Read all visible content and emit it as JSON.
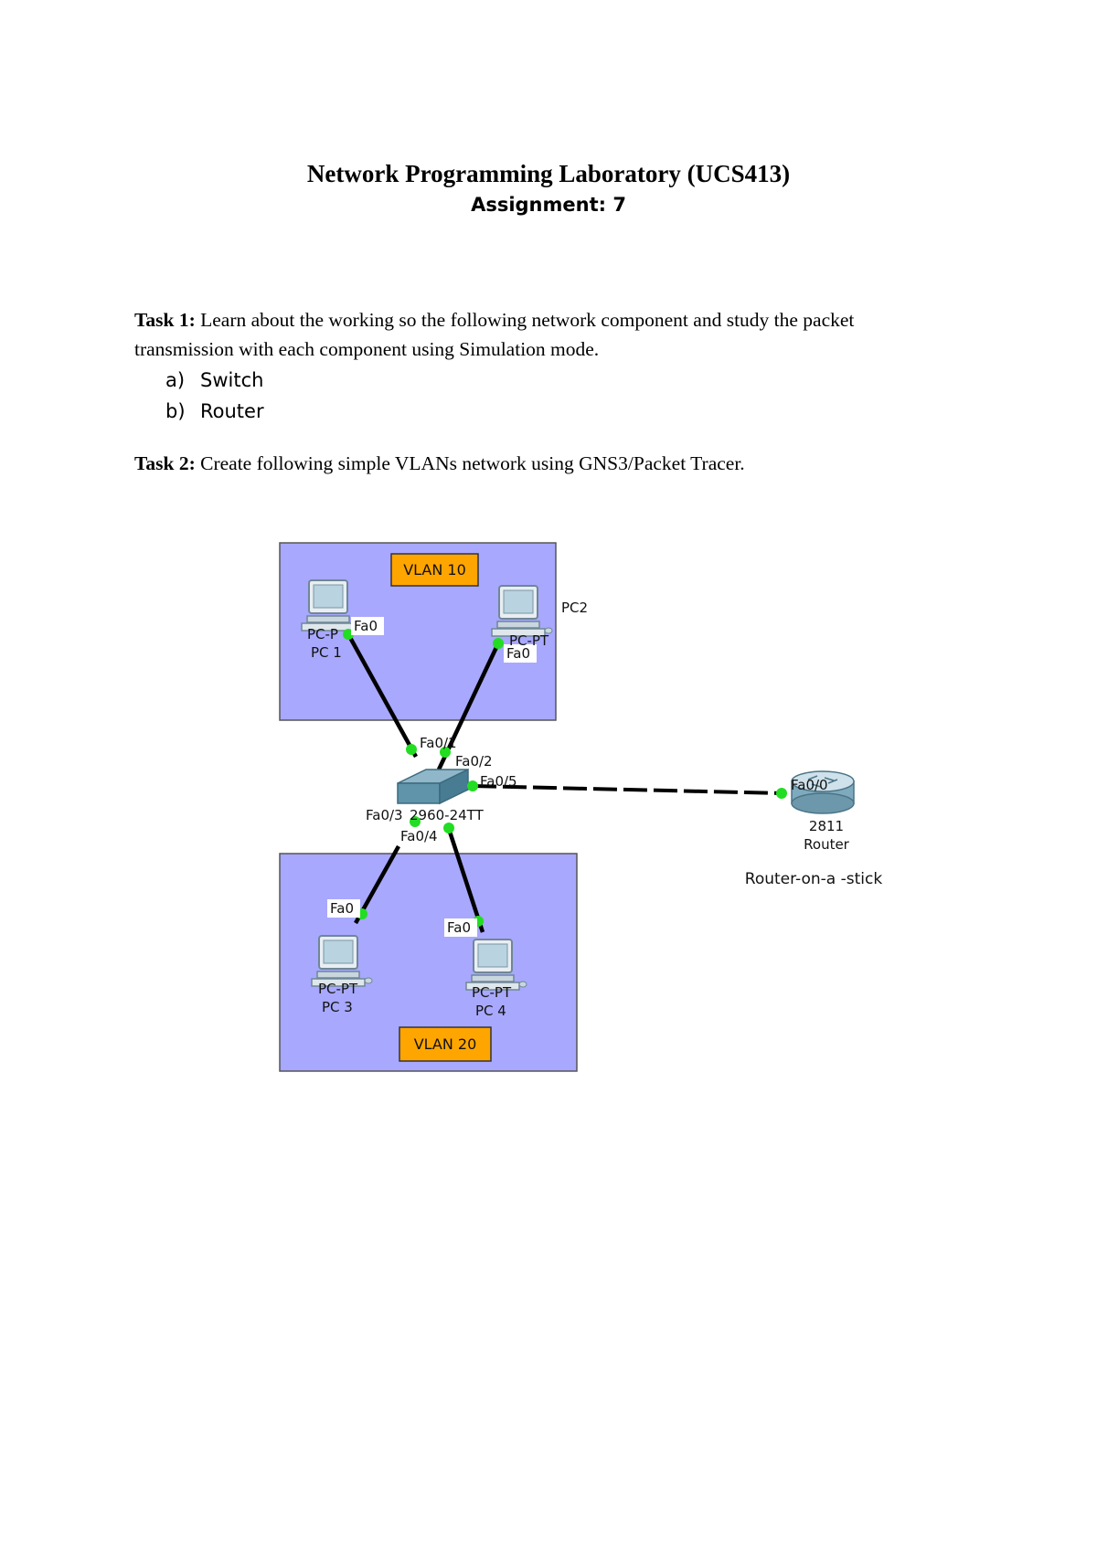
{
  "header": {
    "title": "Network Programming Laboratory (UCS413)",
    "subtitle": "Assignment: 7"
  },
  "task1": {
    "label": "Task 1:",
    "text_line1": "Learn about the working so the following network component and study the packet",
    "text_line2": "transmission with each component using Simulation mode.",
    "items": [
      {
        "marker": "a)",
        "text": "Switch"
      },
      {
        "marker": "b)",
        "text": "Router"
      }
    ]
  },
  "task2": {
    "label": "Task 2:",
    "text": "Create following simple VLANs network using GNS3/Packet Tracer."
  },
  "diagram": {
    "vlan10_label": "VLAN 10",
    "vlan20_label": "VLAN 20",
    "pc1": {
      "type": "PC-P",
      "name": "PC 1",
      "port": "Fa0"
    },
    "pc2": {
      "type": "PC-PT",
      "name": "PC2",
      "port": "Fa0"
    },
    "pc3": {
      "type": "PC-PT",
      "name": "PC 3",
      "port": "Fa0"
    },
    "pc4": {
      "type": "PC-PT",
      "name": "PC 4",
      "port": "Fa0"
    },
    "switch": {
      "model": "2960-24TT",
      "ports": {
        "p1": "Fa0/1",
        "p2": "Fa0/2",
        "p3": "Fa0/3",
        "p4": "Fa0/4",
        "p5": "Fa0/5"
      }
    },
    "router": {
      "model": "2811",
      "type": "Router",
      "port": "Fa0/0",
      "caption": "Router-on-a -stick"
    },
    "colors": {
      "vlan_box": "#a8a8ff",
      "vlan_label_bg": "#ffa500",
      "link_dot": "#22dd22"
    }
  }
}
